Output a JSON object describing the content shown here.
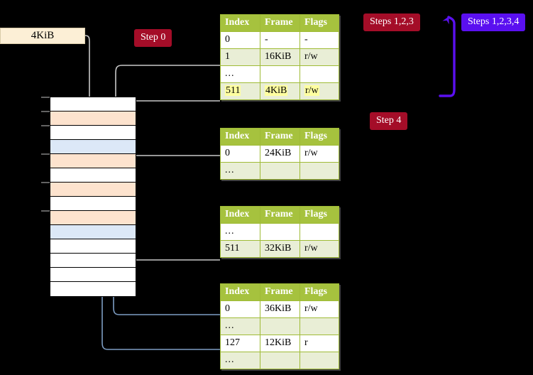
{
  "diagram": {
    "title": "four-level page table walk",
    "background": "#000000"
  },
  "memory_column": {
    "label": "physical-memory-column",
    "rows": [
      {
        "fill": "white"
      },
      {
        "fill": "orange"
      },
      {
        "fill": "white"
      },
      {
        "fill": "blue"
      },
      {
        "fill": "orange"
      },
      {
        "fill": "white"
      },
      {
        "fill": "orange"
      },
      {
        "fill": "white"
      },
      {
        "fill": "orange"
      },
      {
        "fill": "blue"
      },
      {
        "fill": "white"
      },
      {
        "fill": "white"
      },
      {
        "fill": "white"
      },
      {
        "fill": "white"
      }
    ]
  },
  "kib_box": {
    "label": "4KiB"
  },
  "badges": {
    "step0": "Step 0",
    "step4": "Step 4",
    "steps123": "Steps 1,2,3",
    "steps1234": "Steps 1,2,3,4"
  },
  "colors": {
    "badge_red": "#a40d28",
    "badge_purple": "#5a10f0",
    "table_header": "#a6c23e",
    "table_alt_row": "#e9eed6",
    "highlight": "#ffffa0",
    "mem_orange": "#fde3ce",
    "mem_blue": "#dce8f7",
    "wire_grey": "#c8c8c8",
    "wire_blue": "#7d9dc4"
  },
  "tables": [
    {
      "name": "page-table-level-1",
      "headers": [
        "Index",
        "Frame",
        "Flags"
      ],
      "rows": [
        {
          "cells": [
            "0",
            "-",
            "-"
          ],
          "alt": false,
          "highlight": false
        },
        {
          "cells": [
            "1",
            "16KiB",
            "r/w"
          ],
          "alt": true,
          "highlight": false
        },
        {
          "cells": [
            "...",
            "",
            ""
          ],
          "alt": false,
          "highlight": false
        },
        {
          "cells": [
            "511",
            "4KiB",
            "r/w"
          ],
          "alt": true,
          "highlight": true
        }
      ]
    },
    {
      "name": "page-table-level-2",
      "headers": [
        "Index",
        "Frame",
        "Flags"
      ],
      "rows": [
        {
          "cells": [
            "0",
            "24KiB",
            "r/w"
          ],
          "alt": false,
          "highlight": false
        },
        {
          "cells": [
            "...",
            "",
            ""
          ],
          "alt": true,
          "highlight": false
        }
      ]
    },
    {
      "name": "page-table-level-3",
      "headers": [
        "Index",
        "Frame",
        "Flags"
      ],
      "rows": [
        {
          "cells": [
            "...",
            "",
            ""
          ],
          "alt": false,
          "highlight": false
        },
        {
          "cells": [
            "511",
            "32KiB",
            "r/w"
          ],
          "alt": true,
          "highlight": false
        }
      ]
    },
    {
      "name": "page-table-level-4",
      "headers": [
        "Index",
        "Frame",
        "Flags"
      ],
      "rows": [
        {
          "cells": [
            "0",
            "36KiB",
            "r/w"
          ],
          "alt": false,
          "highlight": false
        },
        {
          "cells": [
            "...",
            "",
            ""
          ],
          "alt": true,
          "highlight": false
        },
        {
          "cells": [
            "127",
            "12KiB",
            "r"
          ],
          "alt": false,
          "highlight": false
        },
        {
          "cells": [
            "...",
            "",
            ""
          ],
          "alt": true,
          "highlight": false
        }
      ]
    }
  ]
}
